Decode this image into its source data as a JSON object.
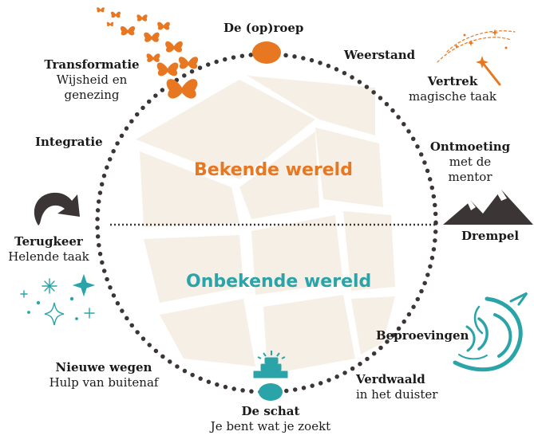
{
  "colors": {
    "orange": "#e87722",
    "teal": "#2aa3a9",
    "dark": "#3b3536",
    "map": "#f6efe6"
  },
  "worlds": {
    "known": "Bekende wereld",
    "unknown": "Onbekende wereld"
  },
  "stages": {
    "call": {
      "title": "De (op)roep"
    },
    "resistance": {
      "title": "Weerstand"
    },
    "departure": {
      "title": "Vertrek",
      "subtitle": "magische taak"
    },
    "mentor": {
      "title": "Ontmoeting",
      "subtitle_line1": "met de",
      "subtitle_line2": "mentor"
    },
    "threshold": {
      "title": "Drempel"
    },
    "trials": {
      "title": "Beproevingen"
    },
    "lost": {
      "title": "Verdwaald",
      "subtitle": "in het duister"
    },
    "treasure": {
      "title": "De schat",
      "subtitle": "Je bent wat je zoekt"
    },
    "new_paths": {
      "title": "Nieuwe wegen",
      "subtitle": "Hulp van buitenaf"
    },
    "return": {
      "title": "Terugkeer",
      "subtitle": "Helende taak"
    },
    "integration": {
      "title": "Integratie"
    },
    "transformation": {
      "title": "Transformatie",
      "subtitle_line1": "Wijsheid en",
      "subtitle_line2": "genezing"
    }
  },
  "icons": {
    "call": "orange-circle-icon",
    "departure": "magic-wand-icon",
    "threshold": "mountains-icon",
    "trials": "dragon-icon",
    "treasure": "gold-bars-icon",
    "return": "return-arrow-icon",
    "new_paths": "sparkles-icon",
    "transformation": "butterflies-icon"
  }
}
